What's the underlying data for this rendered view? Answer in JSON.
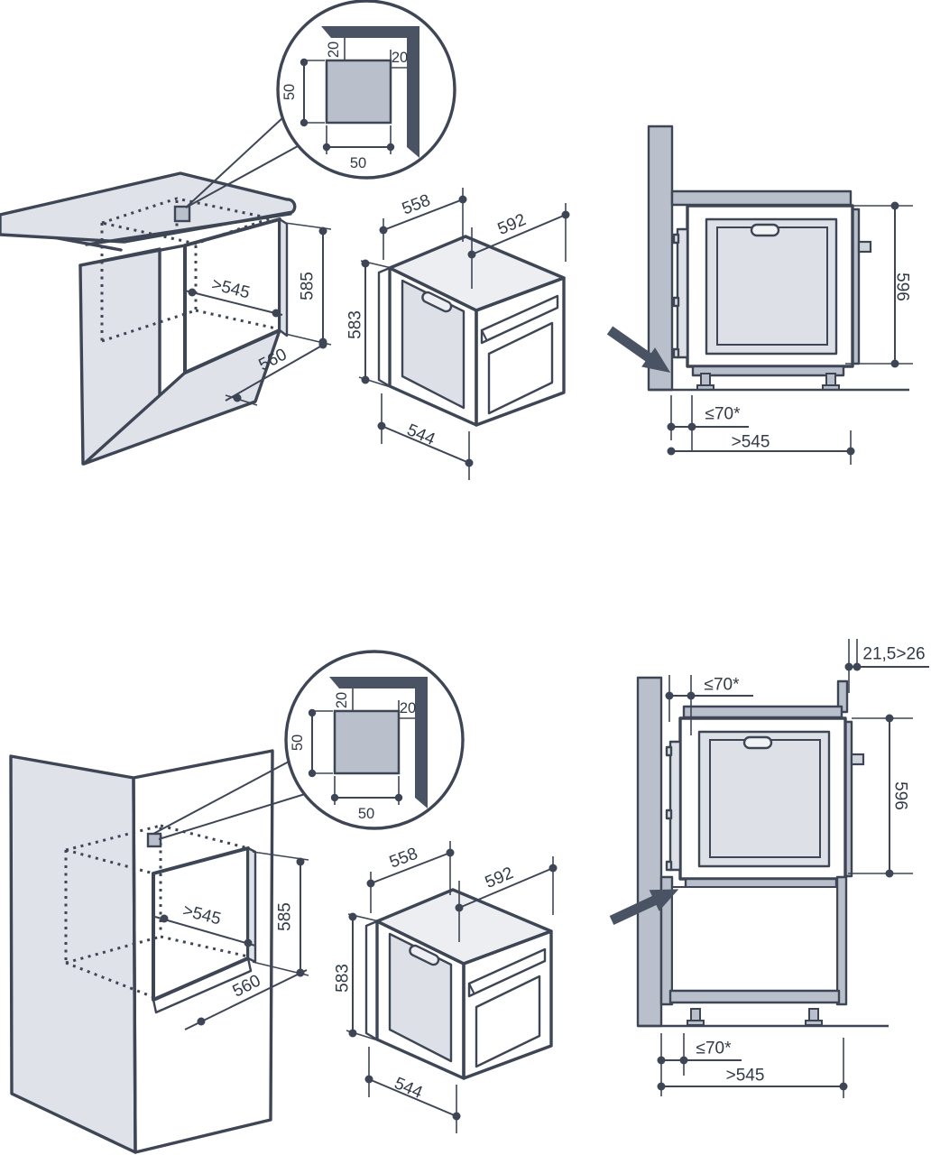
{
  "figure": {
    "description": "Built-in oven installation dimension drawings (under-counter and tall column installation)",
    "outline_color": "#3e4656",
    "panel_fill": "#dfe2e8",
    "wall_fill": "#b9c0cb"
  },
  "corner_detail": {
    "offset_top": "20",
    "offset_side": "20",
    "cutout_height": "50",
    "cutout_width": "50"
  },
  "oven": {
    "depth_top": "558",
    "width": "592",
    "height": "583",
    "depth_bottom": "544"
  },
  "undercounter": {
    "niche_width": ">545",
    "niche_height": "585",
    "niche_depth": "560",
    "side": {
      "height": "596",
      "wall_clearance": "≤70*",
      "min_depth": ">545"
    }
  },
  "column": {
    "niche_width": ">545",
    "niche_height": "585",
    "niche_depth": "560",
    "side": {
      "height": "596",
      "wall_clearance_top": "≤70*",
      "rear_clearance": "21,5>26",
      "wall_clearance_bottom": "≤70*",
      "min_depth": ">545"
    }
  }
}
